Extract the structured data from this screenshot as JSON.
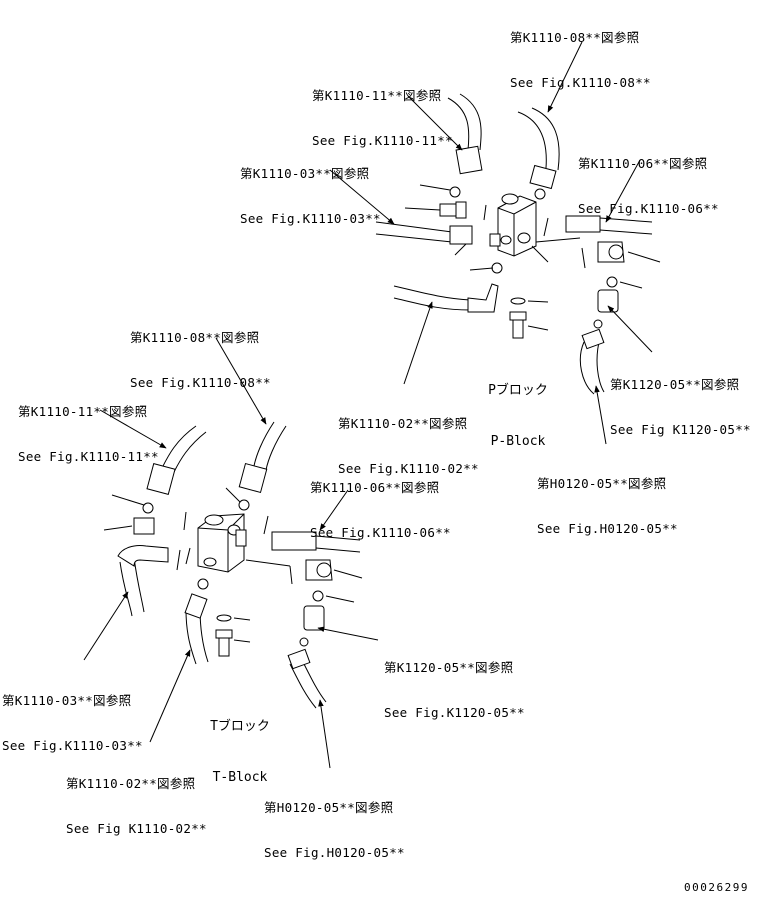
{
  "labels": [
    {
      "id": "r_k1110_08",
      "jp": "第K1110-08**図参照",
      "en": "See Fig.K1110-08**"
    },
    {
      "id": "r_k1110_11",
      "jp": "第K1110-11**図参照",
      "en": "See Fig.K1110-11**"
    },
    {
      "id": "r_k1110_03",
      "jp": "第K1110-03**図参照",
      "en": "See Fig.K1110-03**"
    },
    {
      "id": "r_k1110_06",
      "jp": "第K1110-06**図参照",
      "en": "See Fig.K1110-06**"
    },
    {
      "id": "r_k1120_05",
      "jp": "第K1120-05**図参照",
      "en": "See Fig K1120-05**"
    },
    {
      "id": "r_k1110_02",
      "jp": "第K1110-02**図参照",
      "en": "See Fig.K1110-02**"
    },
    {
      "id": "r_h0120_05",
      "jp": "第H0120-05**図参照",
      "en": "See Fig.H0120-05**"
    },
    {
      "id": "l_k1110_08",
      "jp": "第K1110-08**図参照",
      "en": "See Fig.K1110-08**"
    },
    {
      "id": "l_k1110_11",
      "jp": "第K1110-11**図参照",
      "en": "See Fig.K1110-11**"
    },
    {
      "id": "l_k1110_06",
      "jp": "第K1110-06**図参照",
      "en": "See Fig.K1110-06**"
    },
    {
      "id": "l_k1120_05",
      "jp": "第K1120-05**図参照",
      "en": "See Fig.K1120-05**"
    },
    {
      "id": "l_k1110_03",
      "jp": "第K1110-03**図参照",
      "en": "See Fig.K1110-03**"
    },
    {
      "id": "l_k1110_02",
      "jp": "第K1110-02**図参照",
      "en": "See Fig K1110-02**"
    },
    {
      "id": "l_h0120_05",
      "jp": "第H0120-05**図参照",
      "en": "See Fig.H0120-05**"
    }
  ],
  "blocks": {
    "p_block": {
      "jp": "Pブロック",
      "en": "P-Block"
    },
    "t_block": {
      "jp": "Tブロック",
      "en": "T-Block"
    }
  },
  "document_number": "00026299"
}
